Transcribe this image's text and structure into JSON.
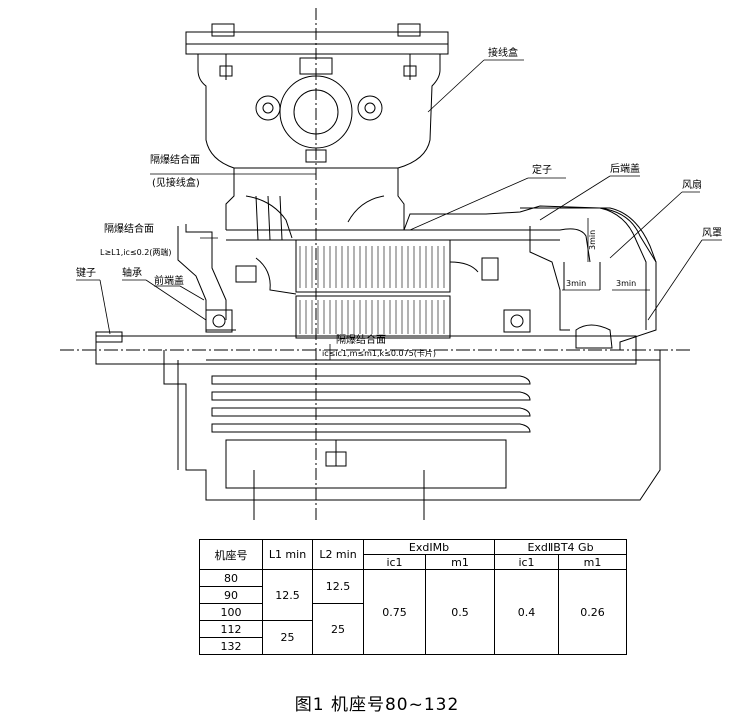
{
  "labels": {
    "junction_box": "接线盒",
    "flameproof_joint_junction": "隔爆结合面",
    "see_junction_box": "(见接线盒)",
    "stator": "定子",
    "rear_end_cover": "后端盖",
    "fan": "风扇",
    "fan_cover": "风罩",
    "flameproof_joint_left": "隔爆结合面",
    "left_condition": "L≥L1,ic≤0.2(两端)",
    "key": "键子",
    "bearing": "轴承",
    "front_end_cover": "前端盖",
    "dim_3min_vertical": "3min",
    "dim_3min_a": "3min",
    "dim_3min_b": "3min",
    "flameproof_joint_bottom": "隔爆结合面",
    "bottom_condition": "ic≤ic1,m≤m1,k≤0.075(卡片)"
  },
  "table": {
    "h_frame": "机座号",
    "h_l1": "L1 min",
    "h_l2": "L2 min",
    "h_exdi": "ExdIMb",
    "h_exdii": "ExdⅡBT4 Gb",
    "h_ic1_a": "ic1",
    "h_m1_a": "m1",
    "h_ic1_b": "ic1",
    "h_m1_b": "m1",
    "frames": [
      "80",
      "90",
      "100",
      "112",
      "132"
    ],
    "l1_group1": "12.5",
    "l1_group2": "25",
    "l2_group1": "12.5",
    "l2_group2": "25",
    "exdi_ic1": "0.75",
    "exdi_m1": "0.5",
    "exdii_ic1": "0.4",
    "exdii_m1": "0.26"
  },
  "caption": "图1  机座号80~132"
}
